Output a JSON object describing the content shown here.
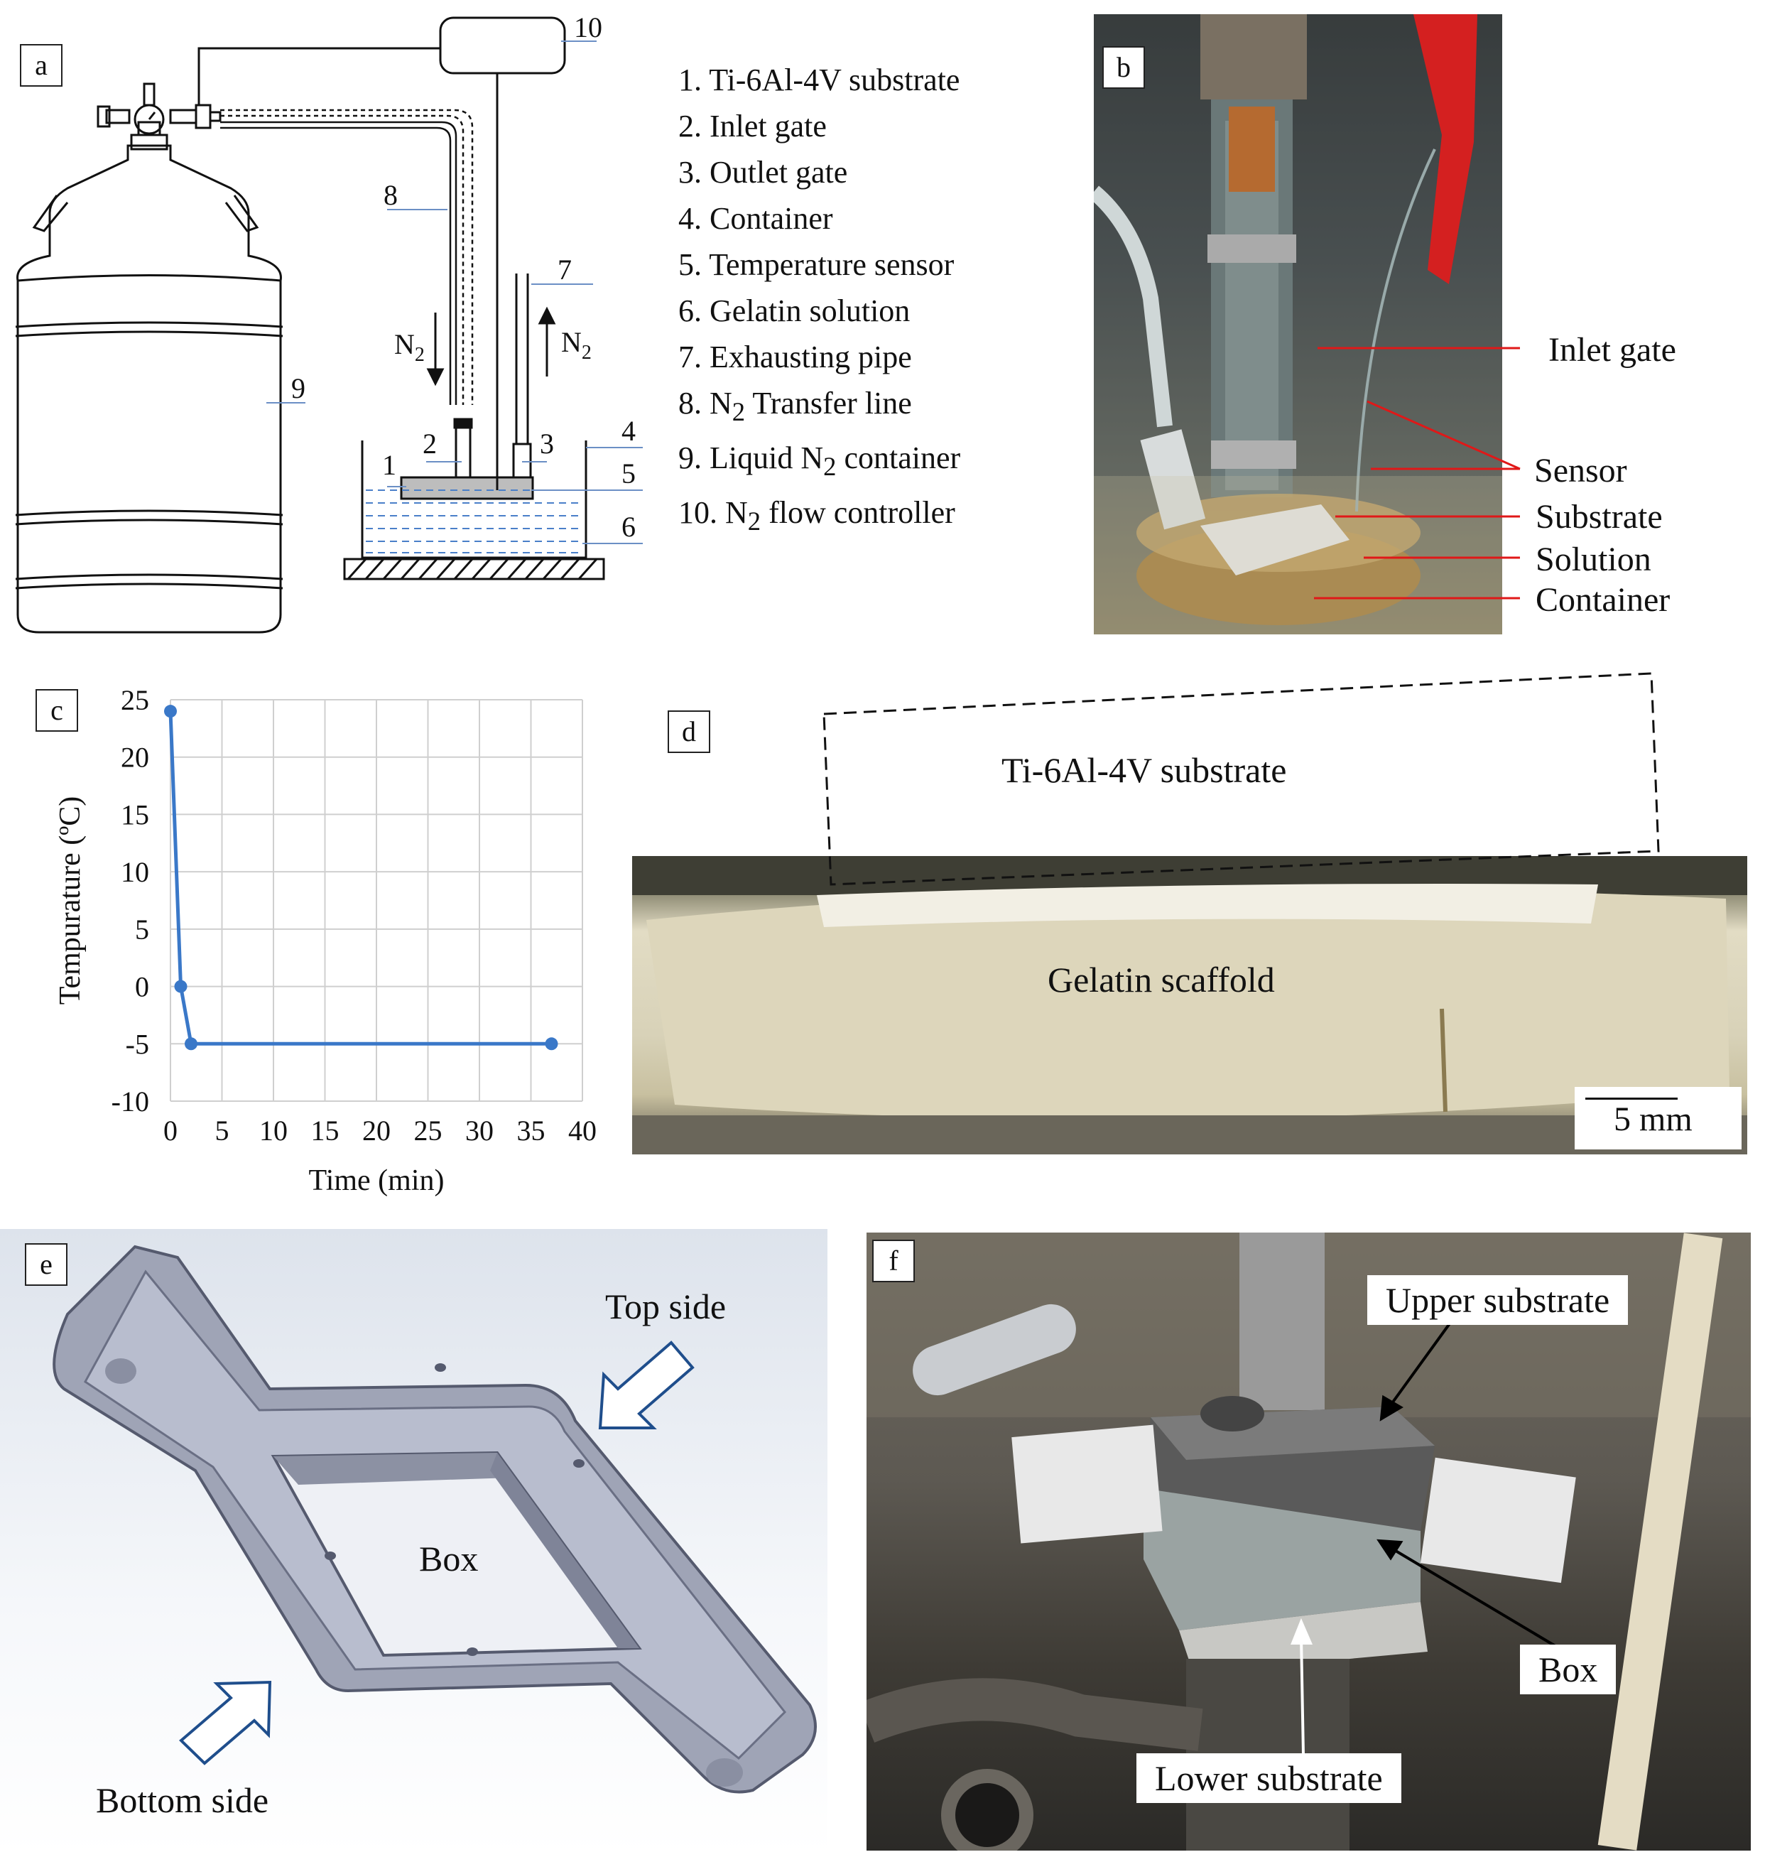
{
  "panel_a": {
    "tag": "a",
    "numbers": [
      "1",
      "2",
      "3",
      "4",
      "5",
      "6",
      "7",
      "8",
      "9",
      "10"
    ],
    "n2_down": "N",
    "n2_up": "N",
    "subscript": "2",
    "legend": [
      {
        "text": "1. Ti-6Al-4V substrate"
      },
      {
        "text": "2. Inlet gate"
      },
      {
        "text": "3. Outlet gate"
      },
      {
        "text": "4. Container"
      },
      {
        "text": "5. Temperature sensor"
      },
      {
        "text": "6. Gelatin solution"
      },
      {
        "text": "7. Exhausting pipe"
      },
      {
        "pre": "8. N",
        "sub": "2",
        "post": " Transfer line"
      },
      {
        "pre": "9. Liquid N",
        "sub": "2",
        "post": " container"
      },
      {
        "pre": "10. N",
        "sub": "2",
        "post": " flow controller"
      }
    ]
  },
  "panel_b": {
    "tag": "b",
    "labels": [
      "Inlet gate",
      "Sensor",
      "Substrate",
      "Solution",
      "Container"
    ],
    "colors": {
      "leader": "#e01818",
      "red_handle": "#d42020"
    }
  },
  "panel_c": {
    "tag": "c",
    "chart_data": {
      "type": "line",
      "xlabel": "Time (min)",
      "ylabel": "Tempurature (ºC)",
      "x": [
        0,
        1,
        2,
        37
      ],
      "series": [
        {
          "values": [
            24,
            0,
            -5,
            -5
          ],
          "color": "#3a78c8"
        }
      ],
      "xlim": [
        0,
        40
      ],
      "ylim": [
        -10,
        25
      ],
      "xticks": [
        0,
        5,
        10,
        15,
        20,
        25,
        30,
        35,
        40
      ],
      "yticks": [
        25,
        20,
        15,
        10,
        5,
        0,
        -5,
        -10
      ],
      "grid": true
    }
  },
  "panel_d": {
    "tag": "d",
    "substrate_label": "Ti-6Al-4V substrate",
    "scaffold_label": "Gelatin scaffold",
    "scale_bar": "5 mm"
  },
  "panel_e": {
    "tag": "e",
    "top_label": "Top side",
    "box_label": "Box",
    "bottom_label": "Bottom side",
    "colors": {
      "arrow": "#1f4e8c"
    }
  },
  "panel_f": {
    "tag": "f",
    "upper": "Upper substrate",
    "box": "Box",
    "lower": "Lower substrate"
  }
}
